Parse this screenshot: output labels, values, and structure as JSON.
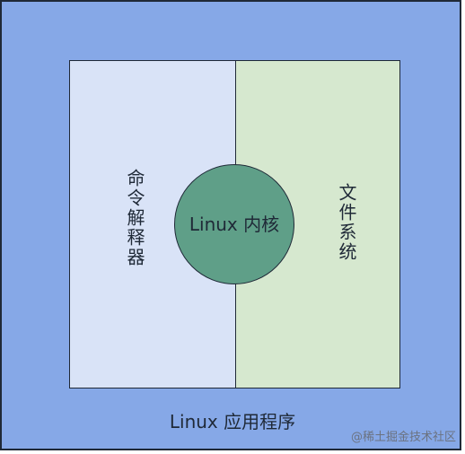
{
  "diagram": {
    "colors": {
      "outer_fill": "#86a8e7",
      "left_panel_fill": "#d9e3f7",
      "right_panel_fill": "#d6e8cf",
      "kernel_fill": "#5f9f88",
      "stroke": "#1f2937"
    },
    "labels": {
      "shell": "命令解释器",
      "filesystem": "文件系统",
      "kernel": "Linux 内核",
      "applications": "Linux 应用程序"
    }
  },
  "watermark": {
    "text": "@稀土掘金技术社区"
  }
}
